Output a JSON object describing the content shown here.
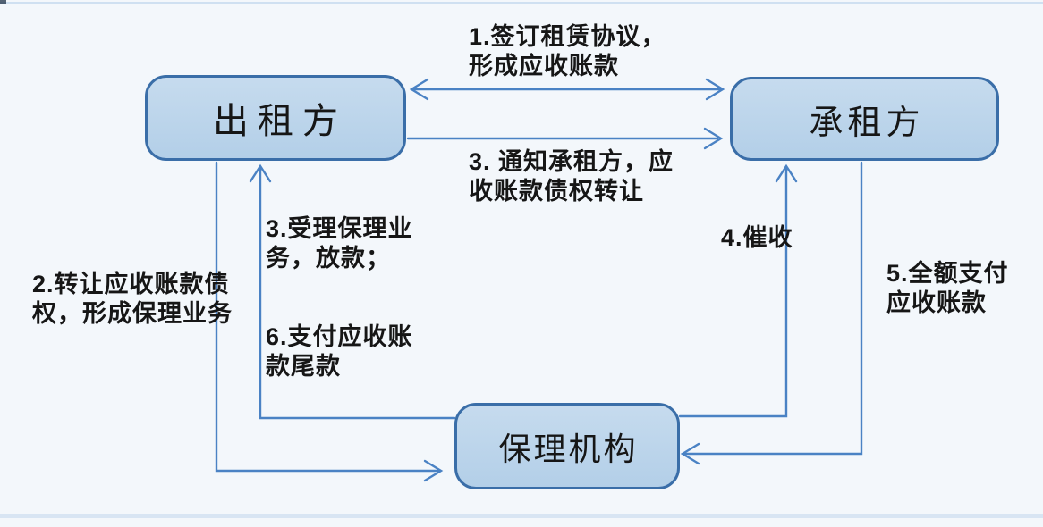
{
  "nodes": {
    "lessor": {
      "label": "出租方"
    },
    "lessee": {
      "label": "承租方"
    },
    "factor": {
      "label": "保理机构"
    }
  },
  "edges": [
    {
      "name": "sign-lease",
      "from": "出租方",
      "to": "承租方",
      "direction": "bidirectional",
      "lines": [
        "1.签订租赁协议，",
        "形成应收账款"
      ]
    },
    {
      "name": "transfer-receivable",
      "from": "出租方",
      "to": "保理机构",
      "direction": "one-way",
      "lines": [
        "2.转让应收账款债",
        "权，形成保理业务"
      ]
    },
    {
      "name": "notify-lessee",
      "from": "出租方",
      "to": "承租方",
      "direction": "one-way",
      "lines": [
        "3. 通知承租方，应",
        "收账款债权转让"
      ]
    },
    {
      "name": "accept-factoring",
      "from": "保理机构",
      "to": "出租方",
      "direction": "one-way",
      "lines": [
        "3.受理保理业",
        "务，放款；"
      ]
    },
    {
      "name": "collect",
      "from": "保理机构",
      "to": "承租方",
      "direction": "one-way",
      "lines": [
        "4.催收"
      ]
    },
    {
      "name": "full-payment",
      "from": "承租方",
      "to": "保理机构",
      "direction": "one-way",
      "lines": [
        "5.全额支付",
        "应收账款"
      ]
    },
    {
      "name": "pay-balance",
      "from": "保理机构",
      "to": "出租方",
      "direction": "one-way",
      "lines": [
        "6.支付应收账",
        "款尾款"
      ]
    }
  ],
  "colors": {
    "background": "#f3f7fb",
    "node_fill": "#c6dbee",
    "node_fill_bottom": "#b3cfe8",
    "node_border": "#3a6ea8",
    "arrow": "#4a82c4",
    "text": "#161616"
  }
}
